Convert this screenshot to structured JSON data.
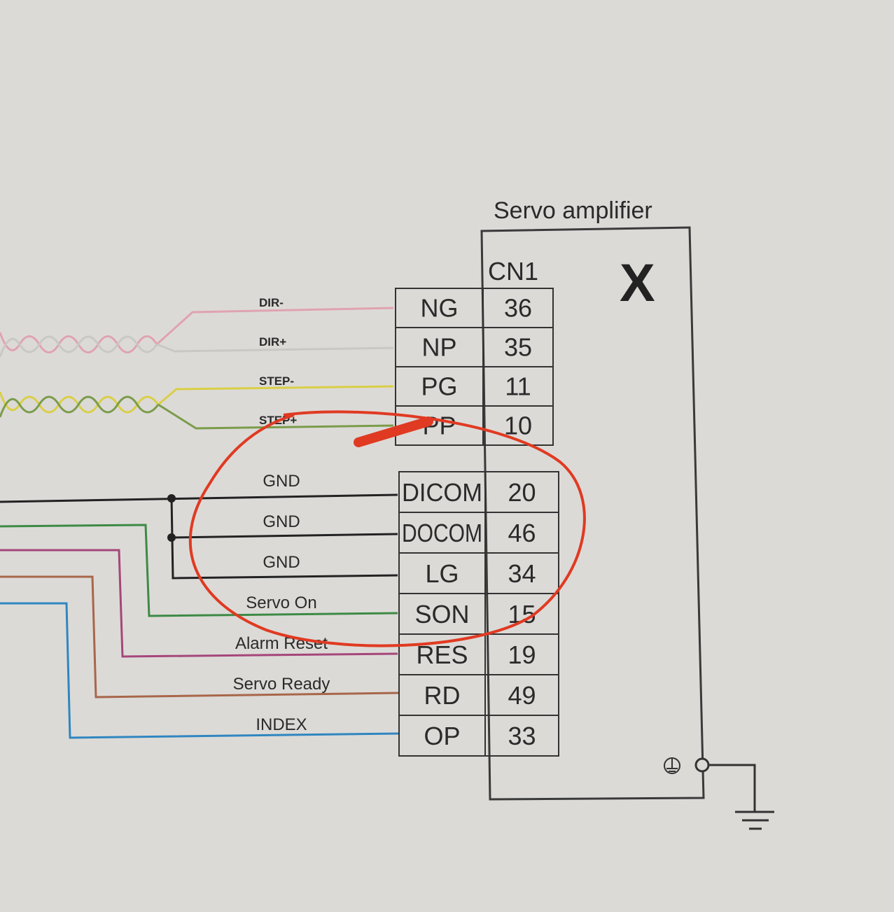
{
  "amplifier": {
    "title": "Servo amplifier",
    "connector": "CN1",
    "axis": "X"
  },
  "pulse_rows": [
    {
      "wire_label": "DIR-",
      "signal": "NG",
      "pin": "36",
      "color": "#e0a3b0"
    },
    {
      "wire_label": "DIR+",
      "signal": "NP",
      "pin": "35",
      "color": "#c8c8c4"
    },
    {
      "wire_label": "STEP-",
      "signal": "PG",
      "pin": "11",
      "color": "#d9cf45"
    },
    {
      "wire_label": "STEP+",
      "signal": "PP",
      "pin": "10",
      "color": "#7b9c4a"
    }
  ],
  "io_rows": [
    {
      "wire_label": "GND",
      "signal": "DICOM",
      "pin": "20",
      "color": "#222222"
    },
    {
      "wire_label": "GND",
      "signal": "DOCOM",
      "pin": "46",
      "color": "#222222"
    },
    {
      "wire_label": "GND",
      "signal": "LG",
      "pin": "34",
      "color": "#222222"
    },
    {
      "wire_label": "Servo On",
      "signal": "SON",
      "pin": "15",
      "color": "#3d8a45"
    },
    {
      "wire_label": "Alarm Reset",
      "signal": "RES",
      "pin": "19",
      "color": "#a5467a"
    },
    {
      "wire_label": "Servo Ready",
      "signal": "RD",
      "pin": "49",
      "color": "#a8664a"
    },
    {
      "wire_label": "INDEX",
      "signal": "OP",
      "pin": "33",
      "color": "#2f86c0"
    }
  ],
  "annotation_color": "#e03a22"
}
